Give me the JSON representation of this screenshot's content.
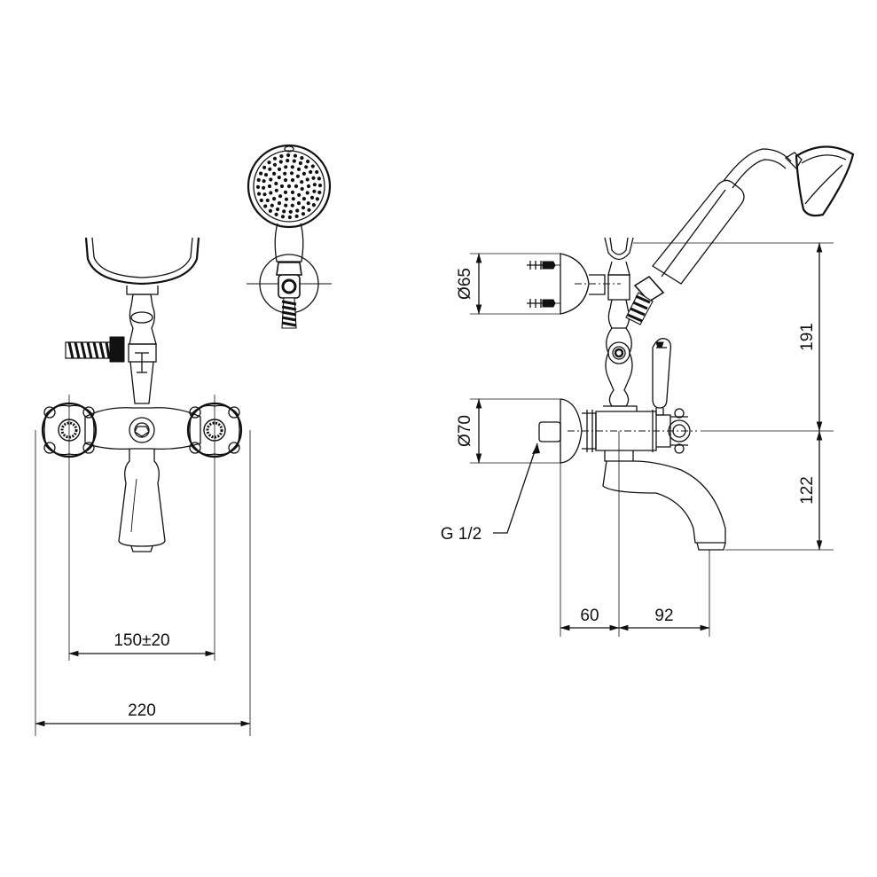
{
  "front_view": {
    "dim_inner": "150±20",
    "dim_outer": "220"
  },
  "side_view": {
    "dia_wall_plate": "Ø65",
    "dia_flange": "Ø70",
    "thread": "G 1/2",
    "height_upper": "191",
    "height_lower": "122",
    "depth_wall": "60",
    "depth_spout": "92"
  },
  "icons": [
    "dimension-arrow",
    "handshower",
    "shower-hose"
  ]
}
